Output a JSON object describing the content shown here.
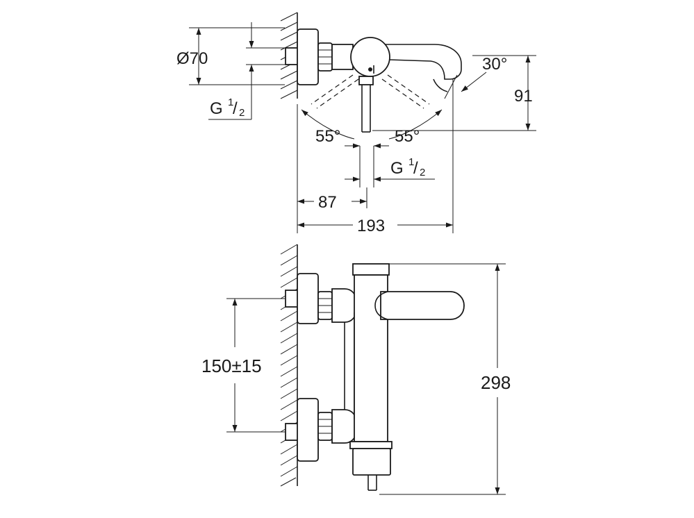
{
  "top_view": {
    "diameter": "Ø70",
    "thread_left": {
      "prefix": "G",
      "num": "1",
      "den": "2"
    },
    "angle_spout": "30°",
    "height_spout": "91",
    "angle_left": "55°",
    "angle_right": "55°",
    "thread_bottom": {
      "prefix": "G",
      "num": "1",
      "den": "2"
    },
    "dim_87": "87",
    "dim_193": "193"
  },
  "front_view": {
    "centers": "150±15",
    "height": "298"
  }
}
